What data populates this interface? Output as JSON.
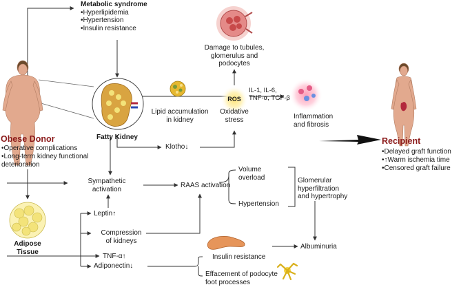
{
  "metabolic": {
    "title": "Metabolic syndrome",
    "items": [
      "•Hyperlipidemia",
      "•Hypertension",
      "•Insulin resistance"
    ]
  },
  "damage": {
    "lines": [
      "Damage to tubules,",
      "glomerulus and",
      "podocytes"
    ]
  },
  "fatty_kidney": "Fatty Kidney",
  "lipid": {
    "lines": [
      "Lipid accumulation",
      "in kidney"
    ]
  },
  "ros": "ROS",
  "oxidative": {
    "lines": [
      "Oxidative",
      "stress"
    ]
  },
  "cytokines": {
    "lines": [
      "IL-1, IL-6,",
      "TNF-α, TGF-β"
    ]
  },
  "inflammation": {
    "lines": [
      "Inflammation",
      "and fibrosis"
    ]
  },
  "klotho": "Klotho↓",
  "donor": {
    "title": "Obese Donor",
    "items": [
      "•Operative complications",
      "•Long-term kidney functional",
      "deterioration"
    ]
  },
  "recipient": {
    "title": "Recipient",
    "items": [
      "•Delayed graft function",
      "•↑Warm ischemia time",
      "•Censored graft failure"
    ]
  },
  "sympathetic": {
    "lines": [
      "Sympathetic",
      "activation"
    ]
  },
  "raas": "RAAS activation",
  "volume": {
    "lines": [
      "Volume",
      "overload"
    ]
  },
  "hypertension": "Hypertension",
  "glomerular": {
    "lines": [
      "Glomerular",
      "hyperfiltration",
      "and hypertrophy"
    ]
  },
  "leptin": "Leptin↑",
  "compression": {
    "lines": [
      "Compression",
      "of kidneys"
    ]
  },
  "tnf": "TNF-α↑",
  "adiponectin": "Adiponectin↓",
  "adipose": {
    "lines": [
      "Adipose",
      "Tissue"
    ]
  },
  "albuminuria": "Albuminuria",
  "insulin_res": "Insulin resistance",
  "effacement": {
    "lines": [
      "Effacement of podocyte",
      "foot processes"
    ]
  },
  "colors": {
    "donor_title": "#8b1a1a",
    "skin": "#e2a98e",
    "kidney": "#d9a441",
    "fat": "#f3e37a",
    "arrow": "#333333"
  }
}
